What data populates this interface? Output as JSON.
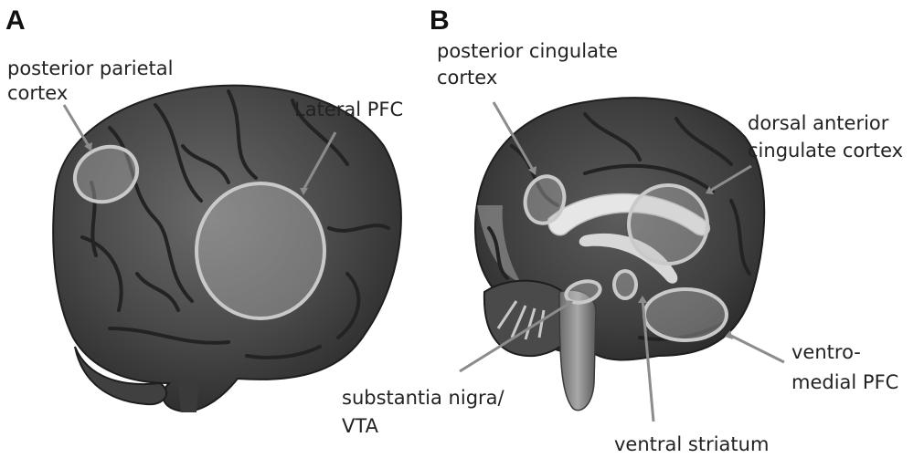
{
  "panels": {
    "a": {
      "letter": "A"
    },
    "b": {
      "letter": "B"
    }
  },
  "labels": {
    "posterior_parietal": {
      "line1": "posterior parietal",
      "line2": "cortex"
    },
    "lateral_pfc": {
      "line1": "Lateral PFC"
    },
    "posterior_cingulate": {
      "line1": "posterior cingulate",
      "line2": "cortex"
    },
    "dorsal_anterior_cingulate": {
      "line1": "dorsal anterior",
      "line2": "cingulate cortex"
    },
    "ventromedial_pfc": {
      "line1": "ventro-",
      "line2": "medial PFC"
    },
    "substantia_nigra": {
      "line1": "substantia nigra/",
      "line2": "VTA"
    },
    "ventral_striatum": {
      "line1": "ventral striatum"
    }
  },
  "colors": {
    "brain_dark": "#3a3a3a",
    "brain_mid": "#6e6e6e",
    "region_outline": "#c9c9c9",
    "pointer": "#8c8c8c"
  }
}
